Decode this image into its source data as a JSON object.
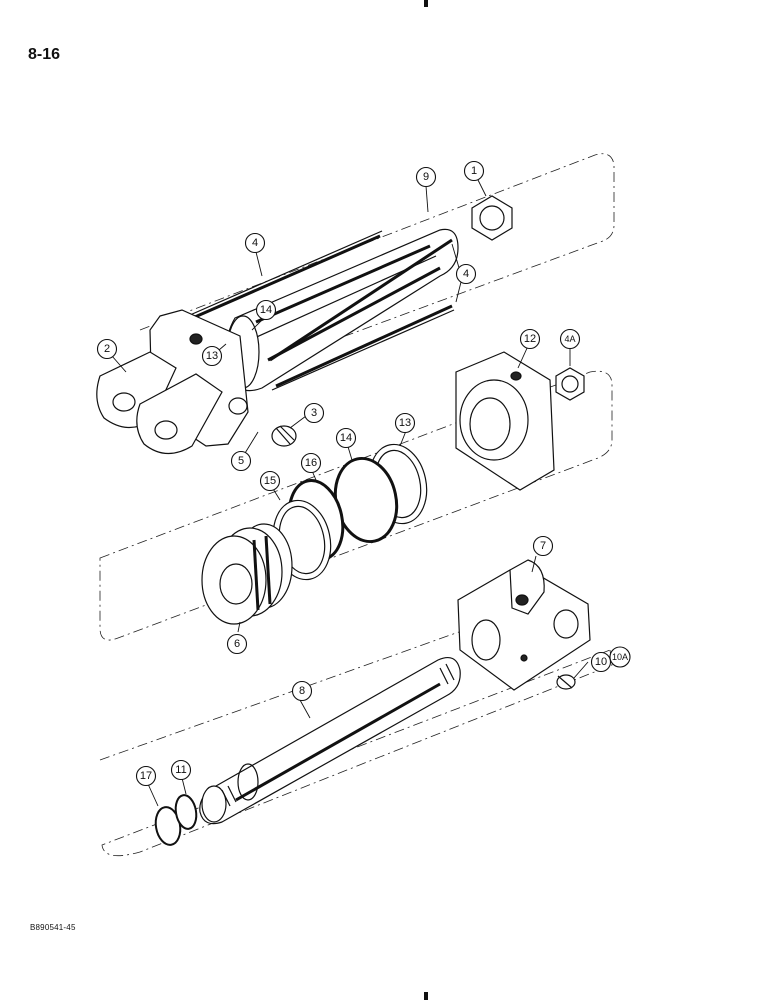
{
  "page": {
    "number": "8-16",
    "footer_code": "B890541-45"
  },
  "callouts": {
    "c1": "1",
    "c2": "2",
    "c3": "3",
    "c4a": "4",
    "c4b": "4",
    "c4A": "4A",
    "c5": "5",
    "c6": "6",
    "c7": "7",
    "c8": "8",
    "c9": "9",
    "c10": "10",
    "c10A": "10A",
    "c11": "11",
    "c12": "12",
    "c13a": "13",
    "c13b": "13",
    "c14a": "14",
    "c14b": "14",
    "c15": "15",
    "c16": "16",
    "c17": "17"
  }
}
